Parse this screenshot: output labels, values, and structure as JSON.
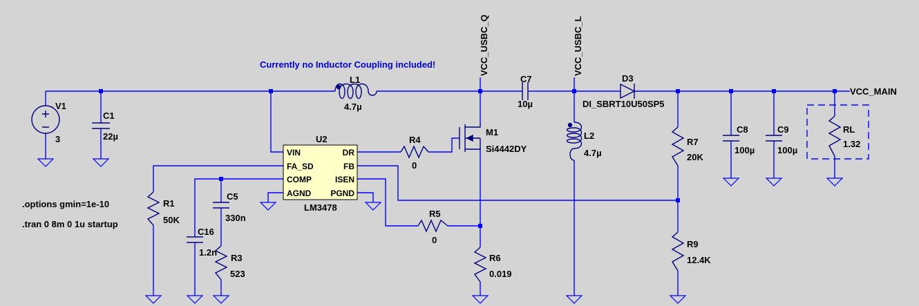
{
  "note": "Currently no Inductor Coupling included!",
  "directives": [
    ".options gmin=1e-10",
    ".tran 0 8m 0 1u startup"
  ],
  "net_labels": {
    "usbc_q": "VCC_USBC_Q",
    "usbc_l": "VCC_USBC_L",
    "vcc_main": "VCC_MAIN"
  },
  "components": {
    "V1": {
      "ref": "V1",
      "value": "3"
    },
    "C1": {
      "ref": "C1",
      "value": "22µ"
    },
    "L1": {
      "ref": "L1",
      "value": "4.7µ"
    },
    "C7": {
      "ref": "C7",
      "value": "10µ"
    },
    "D3": {
      "ref": "D3",
      "value": "DI_SBRT10U50SP5"
    },
    "M1": {
      "ref": "M1",
      "value": "Si4442DY"
    },
    "R4": {
      "ref": "R4",
      "value": "0"
    },
    "U2": {
      "ref": "U2",
      "value": "LM3478",
      "pins": {
        "vin": "VIN",
        "fa_sd": "FA_SD",
        "comp": "COMP",
        "agnd": "AGND",
        "dr": "DR",
        "fb": "FB",
        "isen": "ISEN",
        "pgnd": "PGND"
      }
    },
    "L2": {
      "ref": "L2",
      "value": "4.7µ"
    },
    "R7": {
      "ref": "R7",
      "value": "20K"
    },
    "C8": {
      "ref": "C8",
      "value": "100µ"
    },
    "C9": {
      "ref": "C9",
      "value": "100µ"
    },
    "RL": {
      "ref": "RL",
      "value": "1.32"
    },
    "R1": {
      "ref": "R1",
      "value": "50K"
    },
    "C5": {
      "ref": "C5",
      "value": "330n"
    },
    "C16": {
      "ref": "C16",
      "value": "1.2n"
    },
    "R3": {
      "ref": "R3",
      "value": "523"
    },
    "R5": {
      "ref": "R5",
      "value": "0"
    },
    "R6": {
      "ref": "R6",
      "value": "0.019"
    },
    "R9": {
      "ref": "R9",
      "value": "12.4K"
    }
  }
}
